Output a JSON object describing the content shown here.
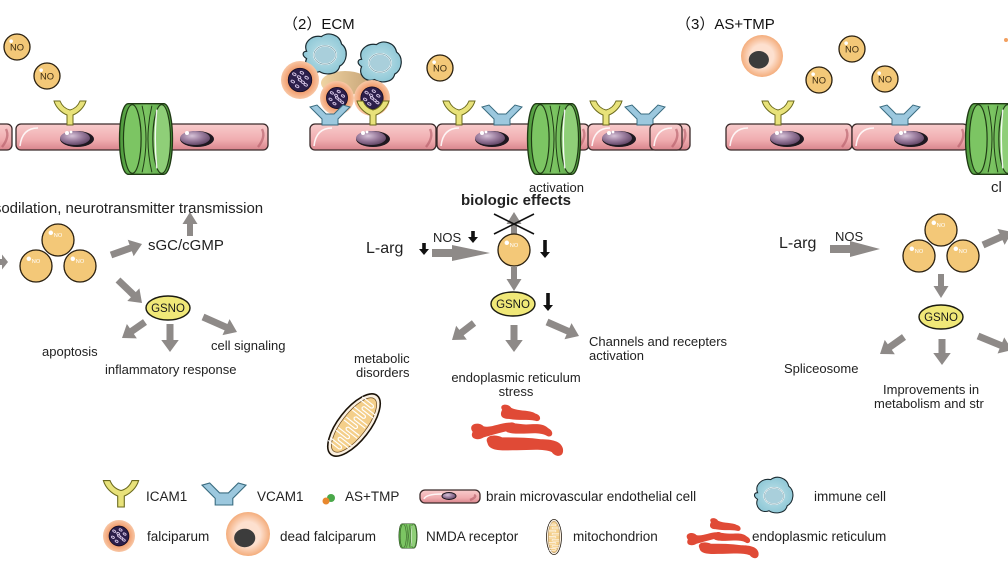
{
  "panels": [
    {
      "id": "normal",
      "title": "",
      "labels": {
        "biologic_effects": "vasodilation, neurotransmitter transmission",
        "sgc": "sGC/cGMP",
        "gsno": "GSNO",
        "apoptosis": "apoptosis",
        "inflammatory": "inflammatory response",
        "cell_signaling": "cell signaling"
      }
    },
    {
      "id": "ecm",
      "title": "（2）ECM",
      "labels": {
        "activation": "activation",
        "biologic_effects": "biologic effects",
        "l_arg": "L-arg",
        "nos": "NOS",
        "gsno": "GSNO",
        "metabolic": "metabolic\ndisorders",
        "metabolic_line1": "metabolic",
        "metabolic_line2": "disorders",
        "er_stress_line1": "endoplasmic reticulum",
        "er_stress_line2": "stress",
        "channels_line1": "Channels and recepters",
        "channels_line2": "activation"
      }
    },
    {
      "id": "as_tmp",
      "title": "（3）AS+TMP",
      "labels": {
        "closed": "cl",
        "l_arg": "L-arg",
        "nos": "NOS",
        "gsno": "GSNO",
        "spliceosome": "Spliceosome",
        "improvements_line1": "Improvements in",
        "improvements_line2": "metabolism and str"
      }
    }
  ],
  "no_label": "NO",
  "legend": {
    "row1": [
      {
        "icon": "icam1-icon",
        "label": "ICAM1"
      },
      {
        "icon": "vcam1-icon",
        "label": "VCAM1"
      },
      {
        "icon": "as-tmp-icon",
        "label": "AS+TMP"
      },
      {
        "icon": "endothelial-cell-icon",
        "label": "brain microvascular endothelial cell"
      },
      {
        "icon": "immune-cell-icon",
        "label": "immune cell"
      }
    ],
    "row2": [
      {
        "icon": "falciparum-icon",
        "label": "falciparum"
      },
      {
        "icon": "dead-falciparum-icon",
        "label": "dead falciparum"
      },
      {
        "icon": "nmda-receptor-icon",
        "label": "NMDA receptor"
      },
      {
        "icon": "mitochondrion-icon",
        "label": "mitochondrion"
      },
      {
        "icon": "endoplasmic-reticulum-icon",
        "label": "endoplasmic reticulum"
      }
    ]
  },
  "colors": {
    "cell_fill": "#f2b3b5",
    "cell_dark": "#c9707a",
    "nucleus": "#8a6b8c",
    "icam": "#e8e27a",
    "vcam": "#9cc8de",
    "nmda": "#6db556",
    "nmda_light": "#8fcf78",
    "no_fill": "#f3c878",
    "gsno_fill": "#f0e878",
    "arrow": "#8e8a88",
    "immune": "#9fd0dc",
    "falc_ring": "#f6b584",
    "falc_core": "#2b1e4a",
    "er": "#e04a36",
    "mito": "#f4cf8a"
  }
}
